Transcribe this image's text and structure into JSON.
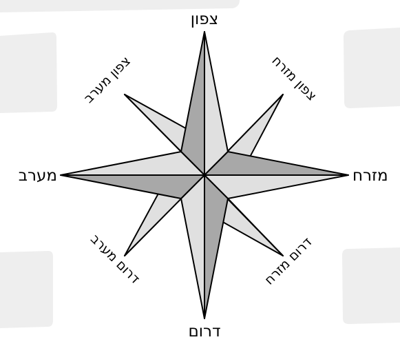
{
  "compass": {
    "north": "צפון",
    "south": "דרום",
    "east": "מזרח",
    "west": "מערב",
    "northeast": "צפון מזרח",
    "northwest": "צפון מערב",
    "southeast": "דרום מזרח",
    "southwest": "דרום מערב"
  },
  "colors": {
    "dark_fill": "#a8a8a8",
    "light_fill": "#e0e0e0",
    "placeholder_fill": "#eeeeee",
    "stroke": "#000000"
  }
}
